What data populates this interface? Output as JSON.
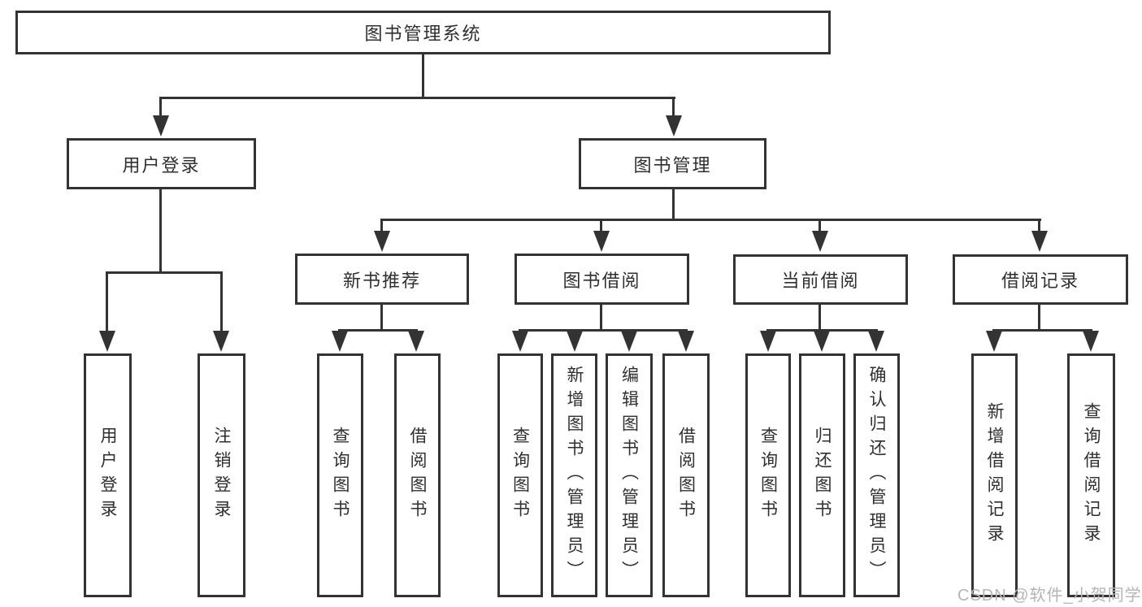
{
  "diagram_title": "图书管理系统",
  "nodes": {
    "root": {
      "label": "图书管理系统"
    },
    "user_login": {
      "label": "用户登录"
    },
    "book_mgmt": {
      "label": "图书管理"
    },
    "new_book_recommend": {
      "label": "新书推荐"
    },
    "book_borrow": {
      "label": "图书借阅"
    },
    "current_borrow": {
      "label": "当前借阅"
    },
    "borrow_records": {
      "label": "借阅记录"
    },
    "leaf_user_login": {
      "label": "用户登录"
    },
    "leaf_logout": {
      "label": "注销登录"
    },
    "leaf_query_book_rec": {
      "label": "查询图书"
    },
    "leaf_borrow_book_rec": {
      "label": "借阅图书"
    },
    "leaf_query_book_borrow": {
      "label": "查询图书"
    },
    "leaf_add_book_admin": {
      "label": "新增图书（管理员）"
    },
    "leaf_edit_book_admin": {
      "label": "编辑图书（管理员）"
    },
    "leaf_borrow_book_borrow": {
      "label": "借阅图书"
    },
    "leaf_query_book_current": {
      "label": "查询图书"
    },
    "leaf_return_book": {
      "label": "归还图书"
    },
    "leaf_confirm_return_admin": {
      "label": "确认归还（管理员）"
    },
    "leaf_add_borrow_record": {
      "label": "新增借阅记录"
    },
    "leaf_query_borrow_record": {
      "label": "查询借阅记录"
    }
  },
  "watermark": "CSDN @软件_小贺同学",
  "colors": {
    "line": "#333333",
    "text": "#2f2f2f",
    "background": "#ffffff",
    "watermark": "#b5b5b5"
  }
}
